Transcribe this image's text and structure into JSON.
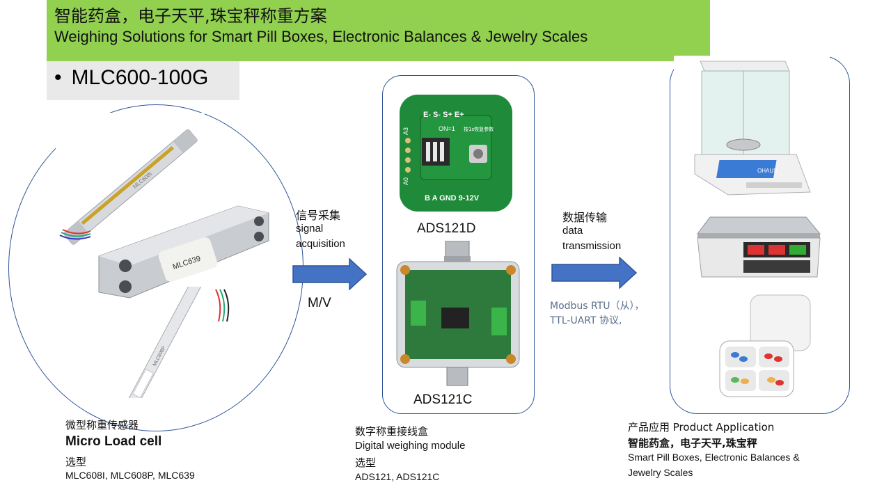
{
  "header": {
    "title_cn": "智能药盒，电子天平,珠宝秤称重方案",
    "title_en": "Weighing Solutions for Smart Pill Boxes, Electronic Balances & Jewelry Scales",
    "background_color": "#92d050"
  },
  "model": {
    "bullet": "•",
    "name": "MLC600-100G"
  },
  "load_cell": {
    "name_cn": "微型称重传感器",
    "name_en": "Micro Load cell",
    "selection_label": "选型",
    "models": "MLC608I, MLC608P, MLC639",
    "photo_label": "MLC639",
    "photo_tag_top": "MLC608I",
    "photo_tag_bottom": "MLC608P"
  },
  "signal": {
    "label_cn": "信号采集",
    "label_en_line1": "signal",
    "label_en_line2": "acquisition",
    "unit": "M/V"
  },
  "module": {
    "name_cn": "数字称重接线盒",
    "name_en": "Digital weighing module",
    "selection_label": "选型",
    "models": "ADS121, ADS121C",
    "board_d_label": "ADS121D",
    "board_c_label": "ADS121C",
    "board_pins_top": "E-  S-  S+  E+",
    "board_on_label": "ON=1",
    "board_reset_note": "按1s恢复参数",
    "board_pins_bottom": "B   A   GND  9-12V",
    "board_side_a3": "A3",
    "board_side_a0": "A0"
  },
  "transmission": {
    "label_cn": "数据传输",
    "label_en_line1": "data",
    "label_en_line2": "transmission",
    "protocol_line1": "Modbus RTU（从），",
    "protocol_line2": "TTL-UART 协议,"
  },
  "application": {
    "title": "产品应用 Product Application",
    "name_cn": "智能药盒，电子天平,珠宝秤",
    "name_en_line1": "Smart Pill Boxes, Electronic Balances &",
    "name_en_line2": "Jewelry Scales",
    "balance_display": "OHAUS"
  },
  "colors": {
    "arrow_fill": "#4472c4",
    "arrow_stroke": "#2f5597",
    "frame_stroke": "#2f5597",
    "pcb_green": "#1f8a3a",
    "protocol_text": "#5a6f8c"
  }
}
